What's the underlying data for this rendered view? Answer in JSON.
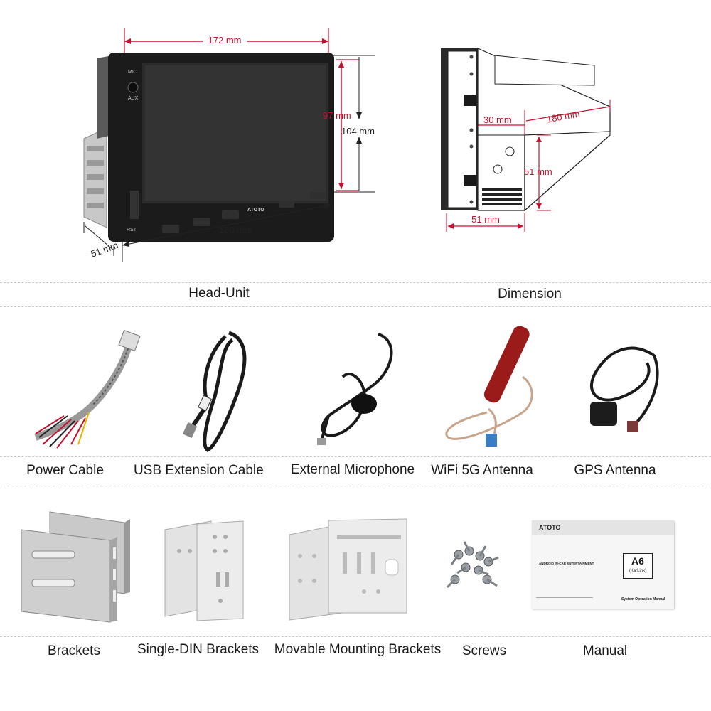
{
  "colors": {
    "dimension_line": "#c8102e",
    "text": "#1a1a1a",
    "divider": "#c9c9c9"
  },
  "headunit": {
    "caption": "Head-Unit",
    "dim_width_top": "172 mm",
    "dim_width_bottom": "180 mm",
    "dim_height_screen": "97 mm",
    "dim_height_total": "104 mm",
    "dim_depth": "51 mm",
    "label_mic": "MIC",
    "label_aux": "AUX",
    "label_rst": "RST",
    "brand": "ATOTO"
  },
  "dimension": {
    "caption": "Dimension",
    "dim_30": "30 mm",
    "dim_180": "180 mm",
    "dim_51_vertical": "51 mm",
    "dim_51_bottom": "51 mm"
  },
  "accessories_row1": [
    {
      "label": "Power Cable",
      "icon": "power-cable-icon"
    },
    {
      "label": "USB Extension Cable",
      "icon": "usb-cable-icon"
    },
    {
      "label": "External Microphone",
      "icon": "microphone-icon"
    },
    {
      "label": "WiFi 5G Antenna",
      "icon": "wifi-antenna-icon"
    },
    {
      "label": "GPS Antenna",
      "icon": "gps-antenna-icon"
    }
  ],
  "accessories_row2": [
    {
      "label": "Brackets",
      "icon": "brackets-icon"
    },
    {
      "label": "Single-DIN Brackets",
      "icon": "single-din-brackets-icon"
    },
    {
      "label": "Movable Mounting Brackets",
      "icon": "movable-brackets-icon"
    },
    {
      "label": "Screws",
      "icon": "screws-icon"
    },
    {
      "label": "Manual",
      "icon": "manual-icon"
    }
  ],
  "manual": {
    "brand": "ATOTO",
    "subtitle": "ANDROID IN-CAR ENTERTAINMENT",
    "model": "A6",
    "model_sub": "(KarLink)",
    "doc_title": "System Operation Manual"
  }
}
